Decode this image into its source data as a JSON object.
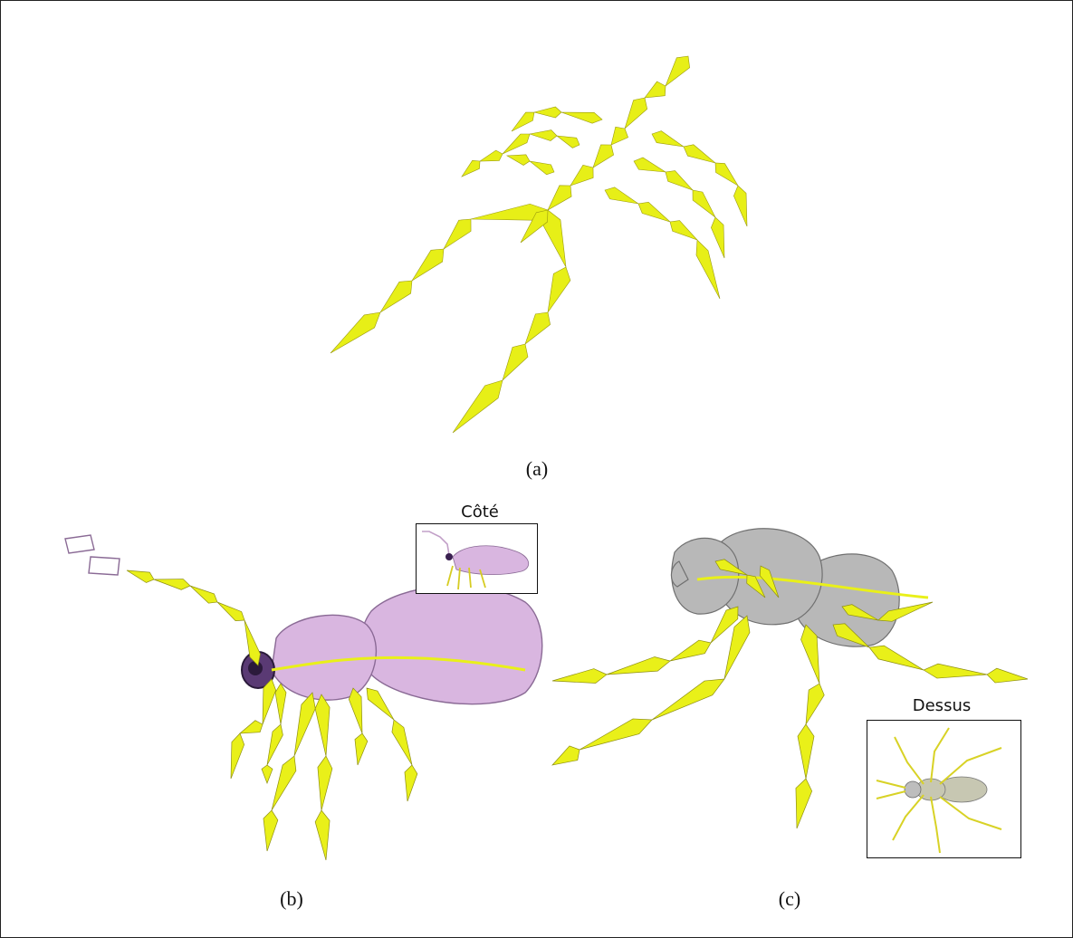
{
  "figure": {
    "panels": [
      {
        "id": "a",
        "caption": "(a)"
      },
      {
        "id": "b",
        "caption": "(b)",
        "inset_label": "Côté"
      },
      {
        "id": "c",
        "caption": "(c)",
        "inset_label": "Dessus"
      }
    ]
  },
  "colors": {
    "skeleton": "#e7ef17",
    "body_pink": "#d9b6e0",
    "body_grey": "#b8b8b8"
  }
}
